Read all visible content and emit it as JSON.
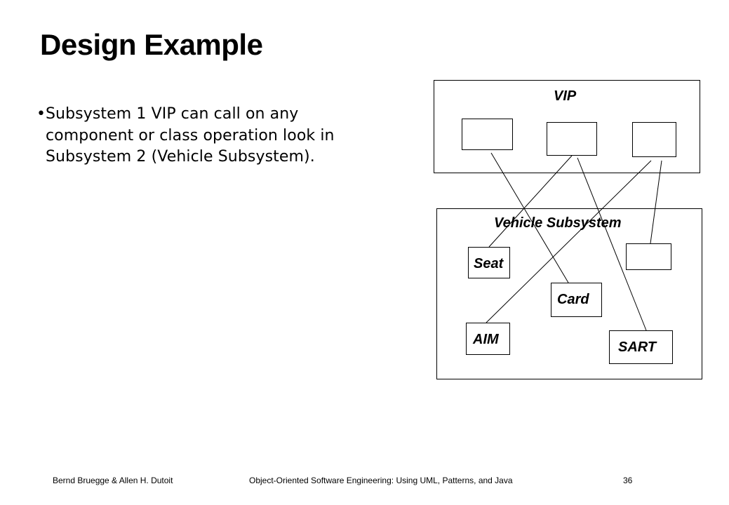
{
  "slide": {
    "title": "Design Example",
    "bullets": [
      "Subsystem 1 VIP can call on any component or class operation look in Subsystem 2 (Vehicle Subsystem)."
    ]
  },
  "diagram": {
    "vip_label": "VIP",
    "vehicle_label": "Vehicle Subsystem",
    "components": {
      "seat": "Seat",
      "card": "Card",
      "aim": "AIM",
      "sart": "SART"
    }
  },
  "footer": {
    "authors": "Bernd Bruegge & Allen H. Dutoit",
    "book": "Object-Oriented Software Engineering: Using UML, Patterns, and Java",
    "page": "36"
  }
}
